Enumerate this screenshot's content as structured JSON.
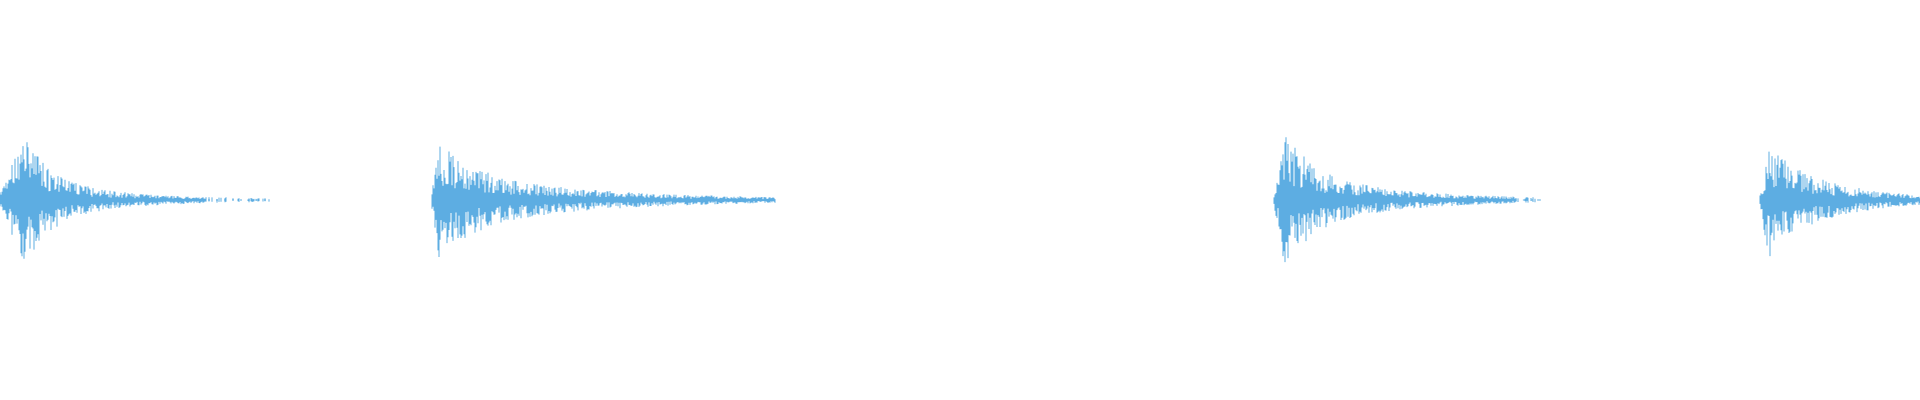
{
  "waveform": {
    "color": "#5dade2",
    "background": "#ffffff",
    "bursts": [
      {
        "start": 0.0,
        "peak": 0.013,
        "end": 0.141,
        "amplitude": 0.78,
        "sustain": 0.25
      },
      {
        "start": 0.225,
        "peak": 0.228,
        "end": 0.404,
        "amplitude": 0.72,
        "sustain": 0.45
      },
      {
        "start": 0.664,
        "peak": 0.669,
        "end": 0.804,
        "amplitude": 0.85,
        "sustain": 0.35
      },
      {
        "start": 0.917,
        "peak": 0.921,
        "end": 1.0,
        "amplitude": 0.72,
        "sustain": 0.75
      }
    ]
  }
}
